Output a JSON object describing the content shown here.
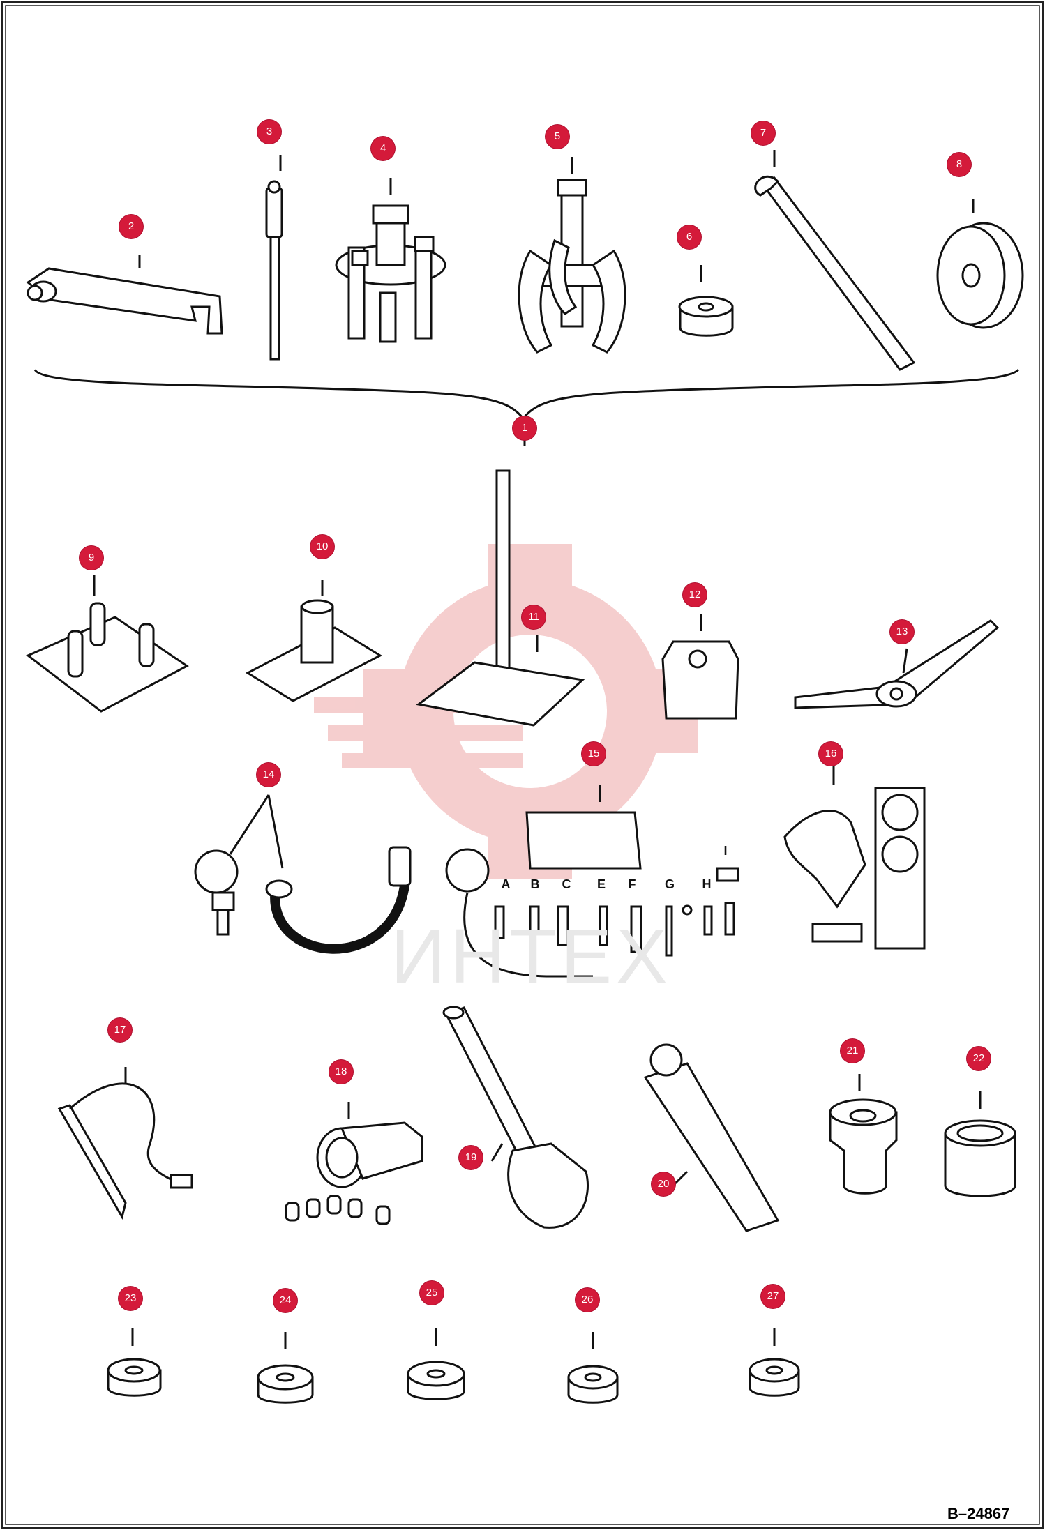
{
  "drawing_id": "B–24867",
  "watermark_text": "ИНТЕХ",
  "colors": {
    "badge": "#d41a3a",
    "line": "#111111",
    "watermark": "#f4c6c6"
  },
  "callouts": [
    {
      "label": "1"
    },
    {
      "label": "2"
    },
    {
      "label": "3"
    },
    {
      "label": "4"
    },
    {
      "label": "5"
    },
    {
      "label": "6"
    },
    {
      "label": "7"
    },
    {
      "label": "8"
    },
    {
      "label": "9"
    },
    {
      "label": "10"
    },
    {
      "label": "11"
    },
    {
      "label": "12"
    },
    {
      "label": "13"
    },
    {
      "label": "14"
    },
    {
      "label": "15"
    },
    {
      "label": "16"
    },
    {
      "label": "17"
    },
    {
      "label": "18"
    },
    {
      "label": "19"
    },
    {
      "label": "20"
    },
    {
      "label": "21"
    },
    {
      "label": "22"
    },
    {
      "label": "23"
    },
    {
      "label": "24"
    },
    {
      "label": "25"
    },
    {
      "label": "26"
    },
    {
      "label": "27"
    }
  ],
  "adapter_letters": [
    "A",
    "B",
    "C",
    "E",
    "F",
    "G",
    "H",
    "I"
  ]
}
